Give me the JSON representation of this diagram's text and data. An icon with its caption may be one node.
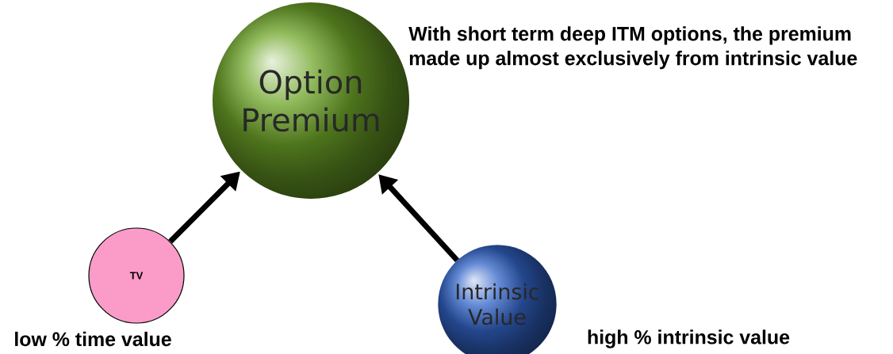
{
  "diagram": {
    "nodes": [
      {
        "text": [
          "Option Premium"
        ]
      },
      {
        "text": [
          "TV"
        ],
        "beside": [
          "low % time value"
        ]
      },
      {
        "text": [
          "Intrinsic Value"
        ]
      }
    ],
    "edges": [
      {
        "from": 1,
        "to": 0,
        "arrow": "to"
      },
      {
        "from": 2,
        "to": 0,
        "arrow": "to"
      }
    ],
    "labels": [
      "With short term deep ITM options, the premium made up almost exclusively from intrinsic value",
      "high % intrinsic value"
    ]
  }
}
